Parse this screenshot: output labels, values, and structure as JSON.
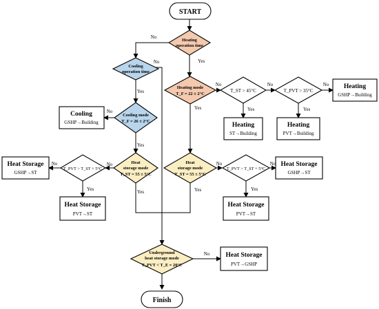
{
  "colors": {
    "heating_diamond": "#f4c9ae",
    "cooling_diamond": "#b9d5ec",
    "storage_diamond": "#fbeec3",
    "plain": "#ffffff",
    "line": "#000000"
  },
  "terminals": {
    "start": "START",
    "finish": "Finish"
  },
  "decisions": {
    "heating_time": {
      "l1": "Heating",
      "l2": "operation time"
    },
    "cooling_time": {
      "l1": "Cooling",
      "l2": "operation time"
    },
    "heating_mode": {
      "l1": "Heating mode",
      "l2": "T_F = 22 ± 2°C"
    },
    "cooling_mode": {
      "l1": "Cooling mode",
      "l2": "T_F = 26 ± 2°C"
    },
    "tst_45": {
      "l1": "T_ST > 45°C"
    },
    "tpvt_35": {
      "l1": "T_PVT > 35°C"
    },
    "storage_mode_left": {
      "l1": "Heat",
      "l2": "storage mode",
      "l3": "T_ST = 55 ± 5°C"
    },
    "storage_mode_mid": {
      "l1": "Heat",
      "l2": "storage mode",
      "l3": "T_ST = 55 ± 5°C"
    },
    "tpvt_tst_left": {
      "l1": "T_PVT > T_ST + 5°C"
    },
    "tpvt_tst_right": {
      "l1": "T_PVT > T_ST + 5°C"
    },
    "underground": {
      "l1": "Underground",
      "l2": "heat storage mode",
      "l3": "T_PVT < T_E = 20°C"
    }
  },
  "boxes": {
    "cooling_gshp": {
      "title": "Cooling",
      "sub": "GSHP→Building"
    },
    "heating_gshp": {
      "title": "Heating",
      "sub": "GSHP→Building"
    },
    "heating_st": {
      "title": "Heating",
      "sub": "ST→Building"
    },
    "heating_pvt": {
      "title": "Heating",
      "sub": "PVT→Building"
    },
    "storage_gshp_st_left": {
      "title": "Heat Storage",
      "sub": "GSHP→ST"
    },
    "storage_pvt_st_left": {
      "title": "Heat Storage",
      "sub": "PVT→ST"
    },
    "storage_pvt_st_right": {
      "title": "Heat Storage",
      "sub": "PVT→ST"
    },
    "storage_gshp_st_right": {
      "title": "Heat Storage",
      "sub": "GSHP→ST"
    },
    "storage_pvt_gshp": {
      "title": "Heat Storage",
      "sub": "PVT→GSHP"
    }
  },
  "labels": {
    "yes": "Yes",
    "no": "No"
  }
}
